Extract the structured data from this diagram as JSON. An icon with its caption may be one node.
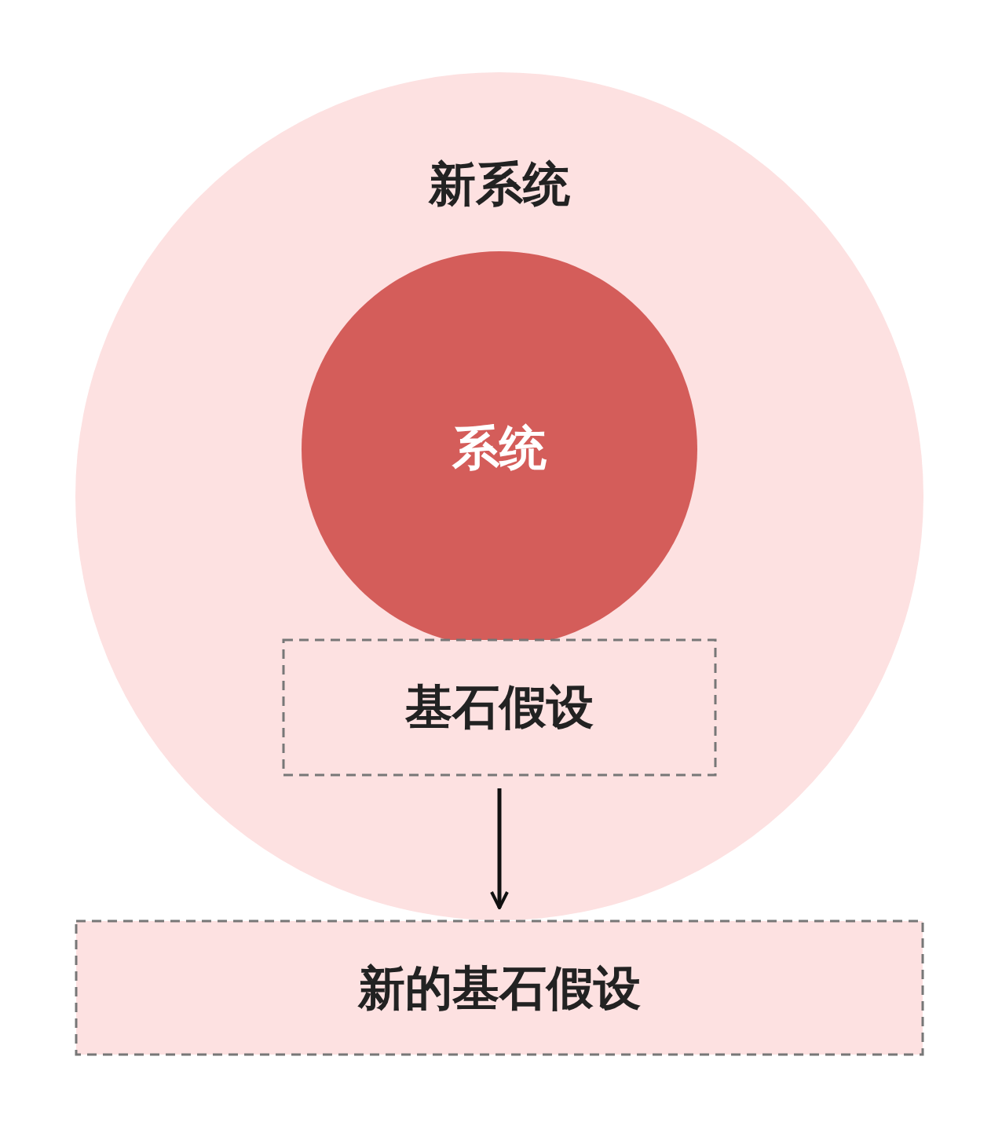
{
  "diagram": {
    "nodes": [
      {
        "text": [
          "新系统"
        ]
      },
      {
        "text": [
          "系统"
        ],
        "in": 0
      },
      {
        "text": [
          "基石假设"
        ],
        "in": 0
      },
      {
        "text": [
          "新的基石假设"
        ]
      }
    ],
    "edges": [
      {
        "from": 2,
        "to": 3,
        "arrow": "to"
      }
    ]
  }
}
